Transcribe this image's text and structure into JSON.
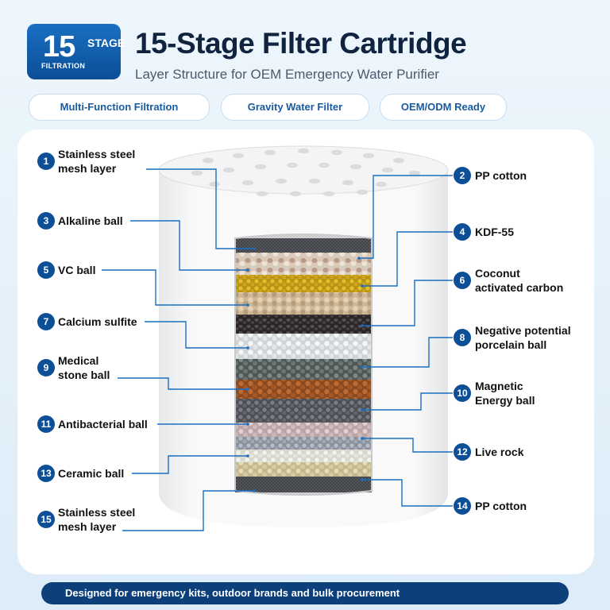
{
  "badge": {
    "number": "15",
    "stage": "STAGE",
    "sub": "FILTRATION"
  },
  "header": {
    "title": "15-Stage Filter Cartridge",
    "subtitle": "Layer Structure for OEM Emergency Water Purifier"
  },
  "tags": [
    "Multi-Function Filtration",
    "Gravity Water Filter",
    "OEM/ODM Ready"
  ],
  "colors": {
    "brand": "#0d4f96",
    "accent": "#1a6fc2",
    "line": "#1a6fc2",
    "footer": "#0d3f7a"
  },
  "layers": [
    {
      "num": "1",
      "lines": [
        "Stainless steel",
        "mesh layer"
      ]
    },
    {
      "num": "2",
      "lines": [
        "PP cotton"
      ]
    },
    {
      "num": "3",
      "lines": [
        "Alkaline ball"
      ]
    },
    {
      "num": "4",
      "lines": [
        "KDF-55"
      ]
    },
    {
      "num": "5",
      "lines": [
        "VC ball"
      ]
    },
    {
      "num": "6",
      "lines": [
        "Coconut",
        "activated carbon"
      ]
    },
    {
      "num": "7",
      "lines": [
        "Calcium sulfite"
      ]
    },
    {
      "num": "8",
      "lines": [
        "Negative potential",
        "porcelain ball"
      ]
    },
    {
      "num": "9",
      "lines": [
        "Medical",
        "stone ball"
      ]
    },
    {
      "num": "10",
      "lines": [
        "Magnetic",
        "Energy ball"
      ]
    },
    {
      "num": "11",
      "lines": [
        "Antibacterial ball"
      ]
    },
    {
      "num": "12",
      "lines": [
        "Live rock"
      ]
    },
    {
      "num": "13",
      "lines": [
        "Ceramic ball"
      ]
    },
    {
      "num": "14",
      "lines": [
        "PP cotton"
      ]
    },
    {
      "num": "15",
      "lines": [
        "Stainless steel",
        "mesh layer"
      ]
    }
  ],
  "footer": {
    "text": "Designed for emergency kits, outdoor brands and bulk procurement"
  }
}
